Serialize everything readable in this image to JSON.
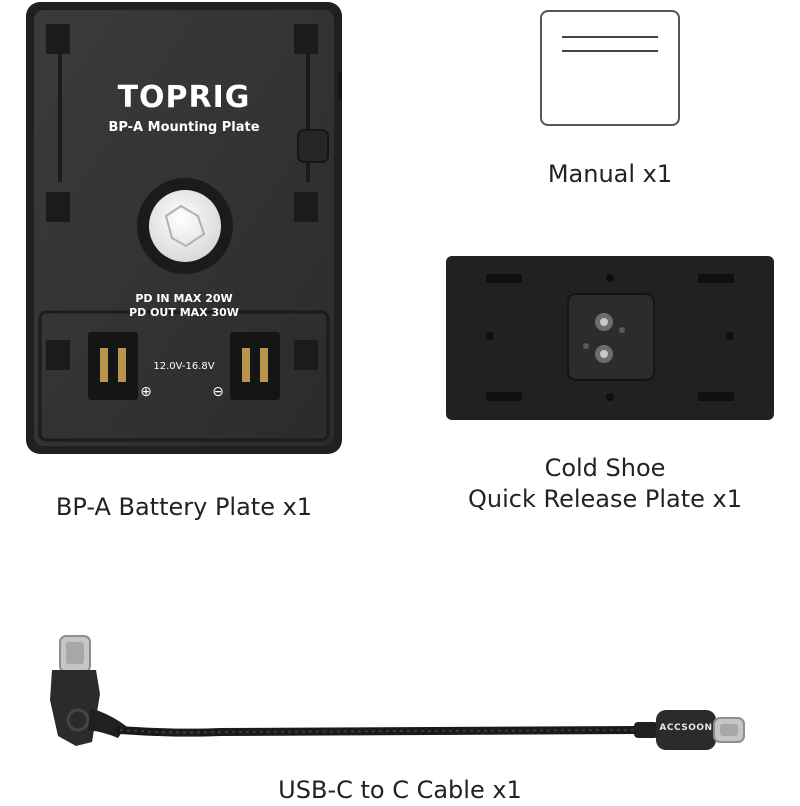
{
  "battery_plate": {
    "brand": "TOPRIG",
    "model": "BP-A Mounting Plate",
    "pd_in": "PD IN MAX 20W",
    "pd_out": "PD OUT MAX 30W",
    "voltage": "12.0V-16.8V",
    "plus_symbol": "⊕",
    "minus_symbol": "⊖",
    "caption": "BP-A Battery Plate x1"
  },
  "manual": {
    "caption": "Manual x1"
  },
  "cold_shoe_plate": {
    "caption_line1": "Cold Shoe",
    "caption_line2": "Quick Release Plate x1"
  },
  "cable": {
    "brand": "ACCSOON",
    "caption": "USB-C to C Cable x1"
  },
  "colors": {
    "plate_body": "#2f3032",
    "plate_dark": "#1c1d1e",
    "contact_gold": "#b8954a",
    "background": "#ffffff"
  }
}
